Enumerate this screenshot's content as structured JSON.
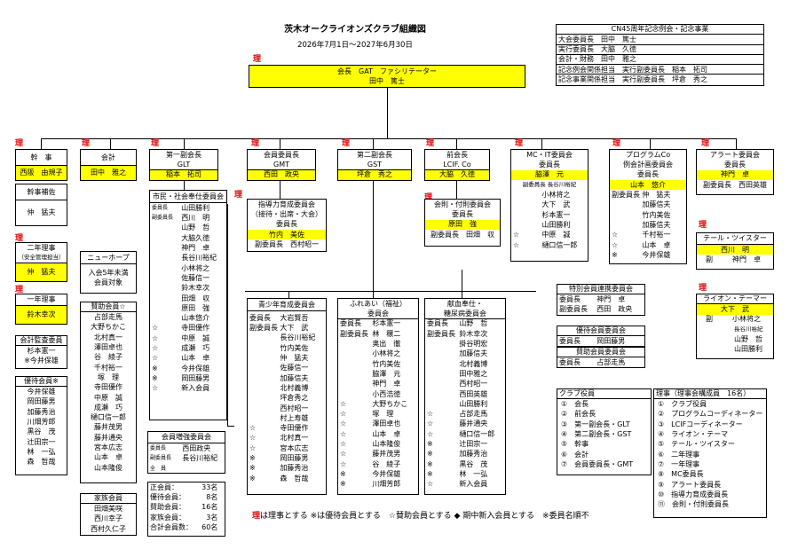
{
  "header": {
    "title": "茨木オークライオンズクラブ組織図",
    "period": "2026年7月1日～2027年6月30日"
  },
  "red_mark": "理",
  "cn45": {
    "title": "CN45周年記念例会・記念事業",
    "rows": [
      "大会委員長　田中　篤士",
      "実行委員長　大脇　久徳",
      "会計・財務　田中　雅之",
      "記念例会関係担当　実行副委員長　稲本　拓司",
      "記念事業関係担当　実行副委員長　坪倉　秀之"
    ]
  },
  "president": {
    "l1": "会長　GAT　ファシリテーター",
    "l2": "田中　篤士"
  },
  "kanji": {
    "title": "幹　事",
    "name": "西阪　由規子"
  },
  "kanjiho": {
    "title": "幹事補佐",
    "name": "仲　猛夫"
  },
  "ninen": {
    "title": "二年理事",
    "sub": "（安全管理担当）",
    "name": "仲　猛夫"
  },
  "ichinen": {
    "title": "一年理事",
    "name": "鈴木幸次"
  },
  "kansa": {
    "title": "会計監査委員",
    "rows": [
      "杉本憲一",
      "※今井保雄"
    ]
  },
  "yutai": {
    "title": "優待会員※",
    "rows": [
      "今井保雄",
      "岡田藤男",
      "加藤秀治",
      "川畑芳郎",
      "黒谷　茂",
      "辻田宗一",
      "林　一弘",
      "森　哲哉"
    ]
  },
  "kaikei": {
    "title": "会計",
    "name": "田中　雅之"
  },
  "newhope": {
    "title": "ニューホープ",
    "l1": "入会5年未満",
    "l2": "会員対象"
  },
  "sanjo": {
    "title": "賛助会員☆",
    "rows": [
      "占部走馬",
      "大野ちかこ",
      "北村真一",
      "澤田卓也",
      "谷　綾子",
      "千村裕一",
      "塚　理",
      "寺田優作",
      "中原　誠",
      "成瀬　巧",
      "樋口信一郎",
      "藤井茂男",
      "藤井通央",
      "宮本広志",
      "山本　卓",
      "山本隆俊"
    ]
  },
  "kazoku": {
    "title": "家族会員",
    "rows": [
      "田畑美咲",
      "西川幸子",
      "西村久仁子"
    ]
  },
  "vp1": {
    "title": "第一副会長",
    "sub": "GLT",
    "name": "稲本　拓司"
  },
  "shimin": {
    "title": "市民・社会奉仕委員会",
    "rows": [
      [
        "委員長",
        "山田勝利"
      ],
      [
        "副委員長",
        "西川　明"
      ],
      [
        "",
        "山野　哲"
      ],
      [
        "",
        "大脇久徳"
      ],
      [
        "",
        "神門　卓"
      ],
      [
        "",
        "長谷川裕紀"
      ],
      [
        "",
        "小林将之"
      ],
      [
        "",
        "佐藤信一"
      ],
      [
        "",
        "鈴木幸次"
      ],
      [
        "",
        "田畑　収"
      ],
      [
        "",
        "原田　強"
      ],
      [
        "",
        "山本悠介"
      ],
      [
        "☆",
        "寺田優作"
      ],
      [
        "☆",
        "中原　誠"
      ],
      [
        "☆",
        "成瀬　巧"
      ],
      [
        "☆",
        "山本　卓"
      ],
      [
        "※",
        "今井保雄"
      ],
      [
        "※",
        "岡田藤男"
      ],
      [
        "☆",
        "新入会員"
      ]
    ]
  },
  "zokyo": {
    "title": "会員増強委員会",
    "rows": [
      [
        "委員長",
        "西田政央"
      ],
      [
        "副委員長",
        "長谷川裕紀"
      ],
      [
        "全　員",
        ""
      ]
    ]
  },
  "counts": {
    "rows": [
      [
        "正会員：",
        "33",
        "名"
      ],
      [
        "優待会員：",
        "8",
        "名"
      ],
      [
        "賛助会員：",
        "16",
        "名"
      ],
      [
        "家族会員：",
        "3",
        "名"
      ],
      [
        "合計会員数：",
        "60",
        "名"
      ]
    ]
  },
  "gmt": {
    "title": "会員委員長",
    "sub": "GMT",
    "name": "西田　政央"
  },
  "shido": {
    "l1": "指導力育成委員会",
    "l2": "（接待・出席・大会）",
    "l3": "委員長",
    "name": "竹内　美佐",
    "fuku": "副委員長　西村昭一"
  },
  "seishonen": {
    "title": "青少年育成委員会",
    "rows": [
      [
        "委員長",
        "大岩賢吾"
      ],
      [
        "副委員長",
        "大下　武"
      ],
      [
        "",
        "長谷川裕紀"
      ],
      [
        "",
        "竹内美佐"
      ],
      [
        "",
        "仲　猛夫"
      ],
      [
        "",
        "佐藤信一"
      ],
      [
        "",
        "加藤信夫"
      ],
      [
        "",
        "北村義博"
      ],
      [
        "",
        "坪倉秀之"
      ],
      [
        "",
        "西村昭一"
      ],
      [
        "",
        "村上寿雄"
      ],
      [
        "☆",
        "寺田優作"
      ],
      [
        "☆",
        "北村真一"
      ],
      [
        "☆",
        "宮本広志"
      ],
      [
        "※",
        "岡田藤男"
      ],
      [
        "※",
        "加藤秀治"
      ],
      [
        "※",
        "森　哲哉"
      ]
    ]
  },
  "gst": {
    "title": "第二副会長",
    "sub": "GST",
    "name": "坪倉　秀之"
  },
  "fureai": {
    "l1": "ふれあい（福祉）",
    "l2": "委員会",
    "rows": [
      [
        "委員長",
        "杉本憲一"
      ],
      [
        "副委員長",
        "林　穣二"
      ],
      [
        "",
        "奥出　徹"
      ],
      [
        "",
        "小林将之"
      ],
      [
        "",
        "竹内美佐"
      ],
      [
        "",
        "脇澤　元"
      ],
      [
        "",
        "神門　卓"
      ],
      [
        "",
        "小西浩徳"
      ],
      [
        "☆",
        "大野ちかこ"
      ],
      [
        "☆",
        "塚　理"
      ],
      [
        "☆",
        "澤田卓也"
      ],
      [
        "☆",
        "山本　卓"
      ],
      [
        "☆",
        "山本隆俊"
      ],
      [
        "☆",
        "藤井茂男"
      ],
      [
        "☆",
        "谷　綾子"
      ],
      [
        "※",
        "今井保雄"
      ],
      [
        "※",
        "川畑芳郎"
      ]
    ]
  },
  "lcif": {
    "title": "前会長",
    "sub": "LCIF. Co",
    "name": "大脇　久徳"
  },
  "kaihi": {
    "title": "会則・付則委員会",
    "l2": "委員長",
    "name": "原田　強",
    "fuku": "副委員長　田畑　収"
  },
  "kenketsu": {
    "l1": "献血奉仕・",
    "l2": "糖尿病委員会",
    "rows": [
      [
        "委員長",
        "山野　哲"
      ],
      [
        "副委員長",
        "鈴木幸次"
      ],
      [
        "",
        "掛谷明宏"
      ],
      [
        "",
        "加藤信夫"
      ],
      [
        "",
        "北村義博"
      ],
      [
        "",
        "田中雅之"
      ],
      [
        "",
        "西村昭一"
      ],
      [
        "",
        "西田英雄"
      ],
      [
        "",
        "山田勝利"
      ],
      [
        "☆",
        "占部走馬"
      ],
      [
        "☆",
        "藤井通央"
      ],
      [
        "☆",
        "樋口信一郎"
      ],
      [
        "※",
        "辻田宗一"
      ],
      [
        "※",
        "加藤秀治"
      ],
      [
        "※",
        "黒谷　茂"
      ],
      [
        "※",
        "林　一弘"
      ],
      [
        "☆",
        "新入会員"
      ]
    ]
  },
  "mc": {
    "l1": "MC・IT委員会",
    "l2": "委員長",
    "name": "脇澤　元",
    "fuku": "副委員長 長谷川裕紀",
    "rows": [
      [
        "",
        "小林将之"
      ],
      [
        "",
        "大下　武"
      ],
      [
        "",
        "杉本憲一"
      ],
      [
        "",
        "山田勝利"
      ],
      [
        "☆",
        "中原　誠"
      ],
      [
        "☆",
        "樋口信一郎"
      ]
    ]
  },
  "program": {
    "l1": "プログラムCo",
    "l2": "例会計画委員会",
    "l3": "委員長",
    "name": "山本　悠介",
    "rows": [
      [
        "副委員長",
        "仲　猛夫"
      ],
      [
        "",
        "加藤信夫"
      ],
      [
        "",
        "竹内美佐"
      ],
      [
        "",
        "加藤信夫"
      ],
      [
        "☆",
        "千村裕一"
      ],
      [
        "☆",
        "山本　卓"
      ],
      [
        "※",
        "今井保雄"
      ]
    ]
  },
  "alert": {
    "title": "アラート委員会",
    "l2": "委員長",
    "name": "神門　卓",
    "fuku": "副委員長　西田英雄"
  },
  "tamer": {
    "title": "テール・ツイスター",
    "name": "西川　明",
    "fuku_label": "副",
    "fuku": "神門　卓"
  },
  "lion": {
    "title": "ライオン・テーマー",
    "name": "大下　武",
    "fuku_label": "副",
    "rows": [
      "小林将之",
      "長谷川裕紀",
      "山野　哲",
      "山田勝利"
    ]
  },
  "tokubetsu": {
    "title": "特別会員連携委員会",
    "rows": [
      [
        "委員長",
        "神門　卓"
      ],
      [
        "副委員長",
        "西田　政央"
      ]
    ]
  },
  "yutaikai": {
    "title": "優待会員委員会",
    "rows": [
      [
        "委員長",
        "岡田藤男"
      ]
    ]
  },
  "sanjokai": {
    "title": "賛助会員委員会",
    "rows": [
      [
        "委員長",
        "占部走馬"
      ]
    ]
  },
  "yakuin": {
    "title": "クラブ役員",
    "rows": [
      "①　会長",
      "②　前会長",
      "③　第一副会長・GLT",
      "④　第二副会長・GST",
      "⑤　幹事",
      "⑥　会計",
      "⑦　会員委員長・GMT"
    ]
  },
  "riji": {
    "title": "理事（理事会構成員　16名）",
    "rows": [
      "①　クラブ役員",
      "②　プログラムコーディネーター",
      "③　LCIFコーディネーター",
      "④　ライオン・テーマ",
      "⑤　テール・ツイスター",
      "⑥　二年理事",
      "⑦　一年理事",
      "⑧　MC委員長",
      "⑨　アラート委員長",
      "⑩　指導力育成委員長",
      "⑪　会則・付則委員長"
    ]
  },
  "legend": {
    "red": "理",
    "text": "は理事とする ※は優待会員とする　☆賛助会員とする ◆ 期中新入会員とする　※委員名順不"
  }
}
